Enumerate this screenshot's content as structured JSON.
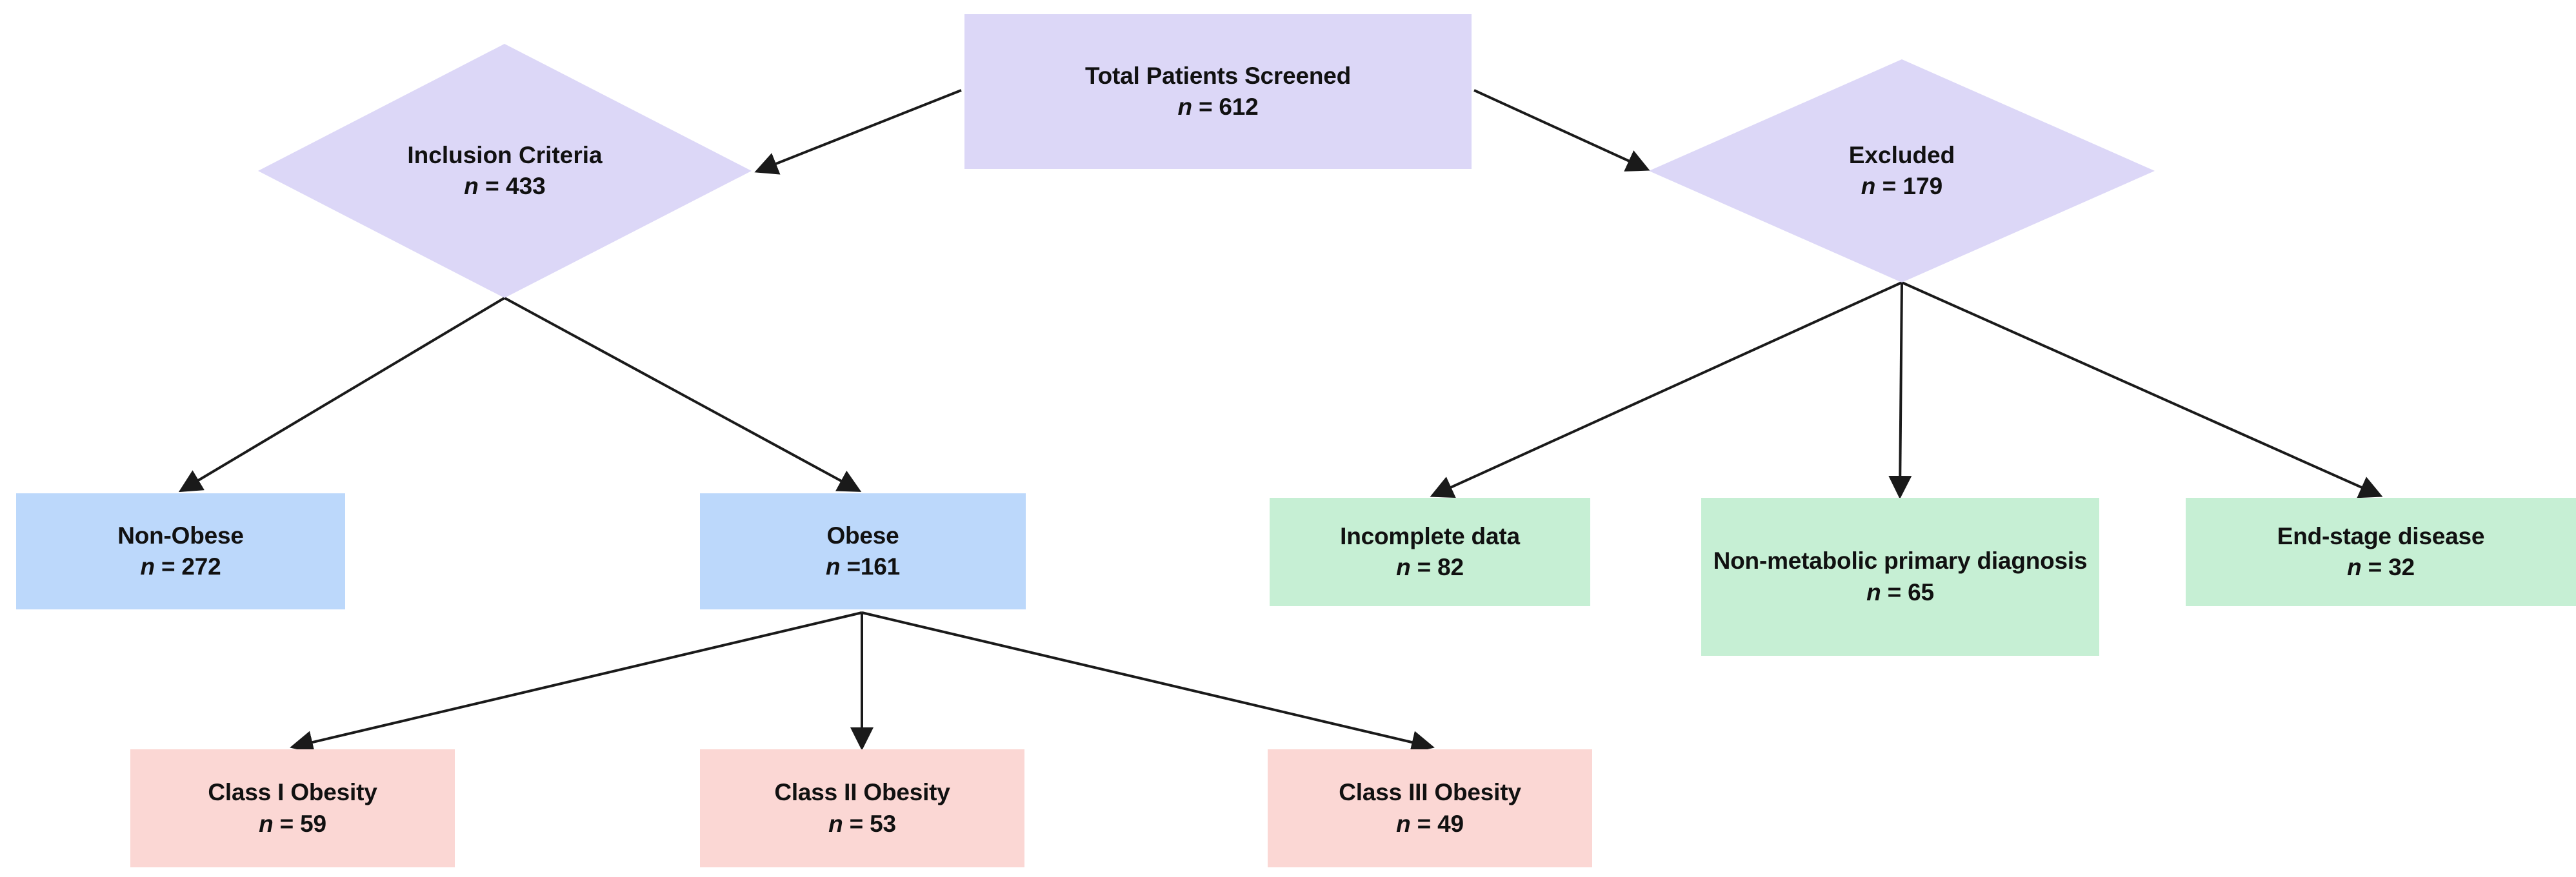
{
  "diagram": {
    "type": "flowchart",
    "title_text": "",
    "colors": {
      "purple_fill": "#dcd7f7",
      "blue_fill": "#bcd8fb",
      "green_fill": "#c6efd4",
      "pink_fill": "#fbd7d4",
      "edge_stroke": "#1a1a1a",
      "text": "#111111",
      "background": "#ffffff"
    },
    "nodes": {
      "total_screened": {
        "label": "Total Patients Screened",
        "count": "n = 612",
        "count_prefix": "n",
        "count_value": "= 612",
        "shape": "rectangle",
        "color": "#dcd7f7"
      },
      "inclusion_criteria": {
        "label": "Inclusion Criteria",
        "count": "n = 433",
        "count_prefix": "n",
        "count_value": "= 433",
        "shape": "diamond",
        "color": "#dcd7f7"
      },
      "excluded": {
        "label": "Excluded",
        "count": "n = 179",
        "count_prefix": "n",
        "count_value": "= 179",
        "shape": "diamond",
        "color": "#dcd7f7"
      },
      "non_obese": {
        "label": "Non-Obese",
        "count": "n = 272",
        "count_prefix": "n",
        "count_value": "= 272",
        "shape": "rectangle",
        "color": "#bcd8fb"
      },
      "obese": {
        "label": "Obese",
        "count": "n=161",
        "count_prefix": "n",
        "count_value": "=161",
        "shape": "rectangle",
        "color": "#bcd8fb"
      },
      "incomplete_data": {
        "label": "Incomplete data",
        "count": "n = 82",
        "count_prefix": "n",
        "count_value": "= 82",
        "shape": "rectangle",
        "color": "#c6efd4"
      },
      "non_metabolic": {
        "label": "Non-metabolic primary diagnosis",
        "count": "n = 65",
        "count_prefix": "n",
        "count_value": "= 65",
        "shape": "rectangle",
        "color": "#c6efd4"
      },
      "end_stage": {
        "label": "End-stage disease",
        "count": "n = 32",
        "count_prefix": "n",
        "count_value": "= 32",
        "shape": "rectangle",
        "color": "#c6efd4"
      },
      "class_i": {
        "label": "Class I Obesity",
        "count": "n = 59",
        "count_prefix": "n",
        "count_value": "= 59",
        "shape": "rectangle",
        "color": "#fbd7d4"
      },
      "class_ii": {
        "label": "Class II Obesity",
        "count": "n = 53",
        "count_prefix": "n",
        "count_value": "= 53",
        "shape": "rectangle",
        "color": "#fbd7d4"
      },
      "class_iii": {
        "label": "Class III Obesity",
        "count": "n = 49",
        "count_prefix": "n",
        "count_value": "= 49",
        "shape": "rectangle",
        "color": "#fbd7d4"
      }
    },
    "edges": [
      {
        "from": "total_screened",
        "to": "inclusion_criteria",
        "label": ""
      },
      {
        "from": "total_screened",
        "to": "excluded",
        "label": ""
      },
      {
        "from": "inclusion_criteria",
        "to": "non_obese",
        "label": ""
      },
      {
        "from": "inclusion_criteria",
        "to": "obese",
        "label": ""
      },
      {
        "from": "excluded",
        "to": "incomplete_data",
        "label": ""
      },
      {
        "from": "excluded",
        "to": "non_metabolic",
        "label": ""
      },
      {
        "from": "excluded",
        "to": "end_stage",
        "label": ""
      },
      {
        "from": "obese",
        "to": "class_i",
        "label": ""
      },
      {
        "from": "obese",
        "to": "class_ii",
        "label": ""
      },
      {
        "from": "obese",
        "to": "class_iii",
        "label": ""
      }
    ]
  }
}
